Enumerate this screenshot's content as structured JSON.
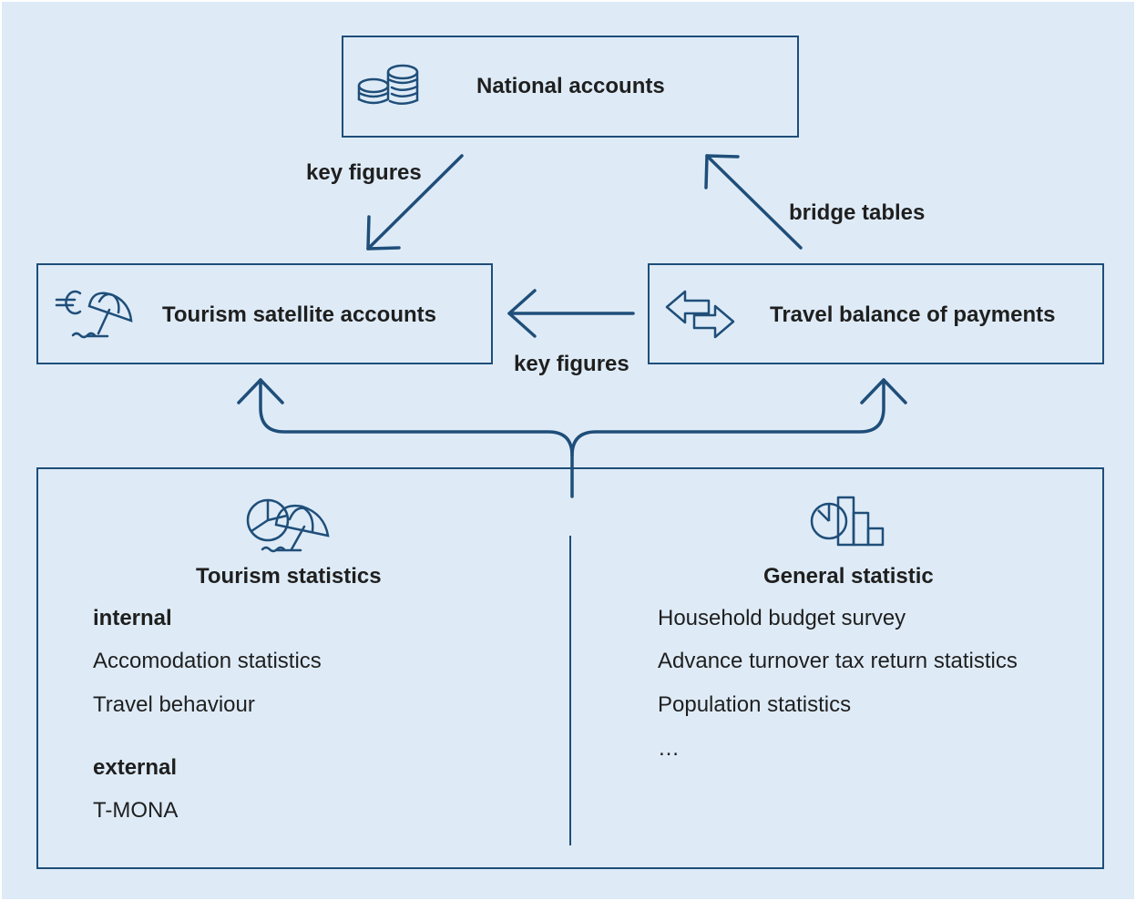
{
  "nodes": {
    "national_accounts": {
      "label": "National accounts",
      "icon": "coin-stack-icon"
    },
    "tourism_satellite": {
      "label": "Tourism satellite accounts",
      "icon": "euro-beach-umbrella-icon"
    },
    "travel_balance": {
      "label": "Travel balance of payments",
      "icon": "exchange-arrows-icon"
    }
  },
  "edges": {
    "na_to_tsa": "key figures",
    "tbp_to_na": "bridge tables",
    "tbp_to_tsa": "key figures"
  },
  "sources": {
    "tourism": {
      "title": "Tourism statistics",
      "icon": "pie-chart-beach-umbrella-icon",
      "internal_heading": "internal",
      "internal_items": [
        "Accomodation statistics",
        "Travel behaviour"
      ],
      "external_heading": "external",
      "external_items": [
        "T-MONA"
      ]
    },
    "general": {
      "title": "General statistic",
      "icon": "pie-bar-chart-icon",
      "items": [
        "Household budget survey",
        "Advance turnover tax return statistics",
        "Population statistics",
        "…"
      ]
    }
  },
  "colors": {
    "background": "#deebf7",
    "line": "#1f4e79",
    "text": "#1f1f1f"
  }
}
